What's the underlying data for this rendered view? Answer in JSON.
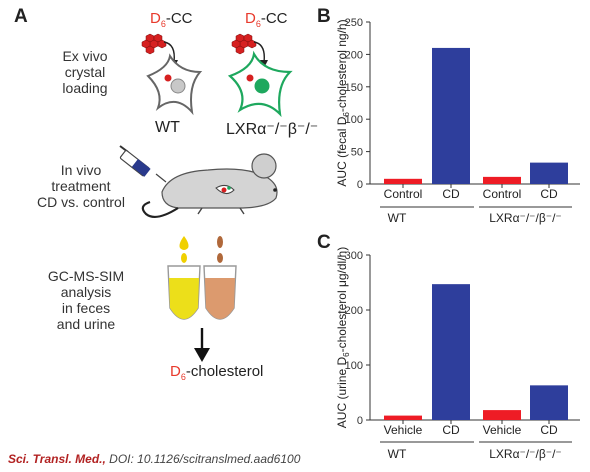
{
  "panel_a": {
    "letter": "A",
    "d6cc_prefix": "D",
    "d6cc_sub": "6",
    "d6cc_suffix": "-CC",
    "step1": [
      "Ex vivo",
      "crystal",
      "loading"
    ],
    "cell_wt": "WT",
    "cell_lxr": "LXRα⁻/⁻β⁻/⁻",
    "step2": [
      "In vivo",
      "treatment",
      "CD vs. control"
    ],
    "step3": [
      "GC-MS-SIM",
      "analysis",
      "in feces",
      "and urine"
    ],
    "result_prefix": "D",
    "result_sub": "6",
    "result_suffix": "-cholesterol"
  },
  "caption": {
    "journal": "Sci. Transl. Med.,",
    "doi": " DOI: 10.1126/scitranslmed.aad6100"
  },
  "colors": {
    "control": "#ee1c25",
    "cd": "#2e3e9c",
    "label_red": "#e83a2c",
    "cell_green": "#1ea85e",
    "syringe_blue": "#2a3a8c"
  },
  "chart_data": [
    {
      "panel": "B",
      "type": "bar",
      "ylabel_pre": "AUC (fecal D",
      "ylabel_sub": "6",
      "ylabel_post": "-cholesterol ng/h)",
      "ylim": [
        0,
        250
      ],
      "yticks": [
        0,
        50,
        100,
        150,
        200,
        250
      ],
      "categories": [
        "Control",
        "CD",
        "Control",
        "CD"
      ],
      "groups": [
        "WT",
        "LXRα⁻/⁻/β⁻/⁻"
      ],
      "values": [
        8,
        210,
        11,
        33
      ]
    },
    {
      "panel": "C",
      "type": "bar",
      "ylabel_pre": "AUC (urine D",
      "ylabel_sub": "6",
      "ylabel_post": "-cholesterol  μg/dl/h)",
      "ylim": [
        0,
        300
      ],
      "yticks": [
        0,
        100,
        200,
        300
      ],
      "categories": [
        "Vehicle",
        "CD",
        "Vehicle",
        "CD"
      ],
      "groups": [
        "WT",
        "LXRα⁻/⁻/β⁻/⁻"
      ],
      "values": [
        8,
        247,
        18,
        63
      ]
    }
  ]
}
